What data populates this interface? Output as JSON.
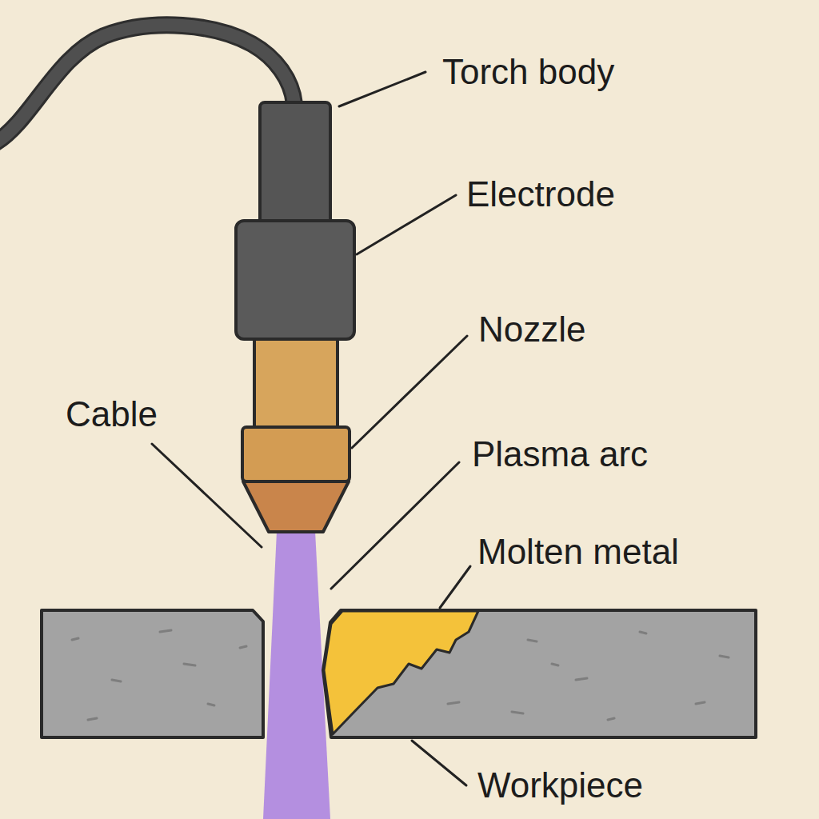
{
  "diagram": {
    "labels": [
      "Torch body",
      "Electrode",
      "Nozzle",
      "Cable",
      "Plasma arc",
      "Molten metal",
      "Workpiece"
    ]
  }
}
